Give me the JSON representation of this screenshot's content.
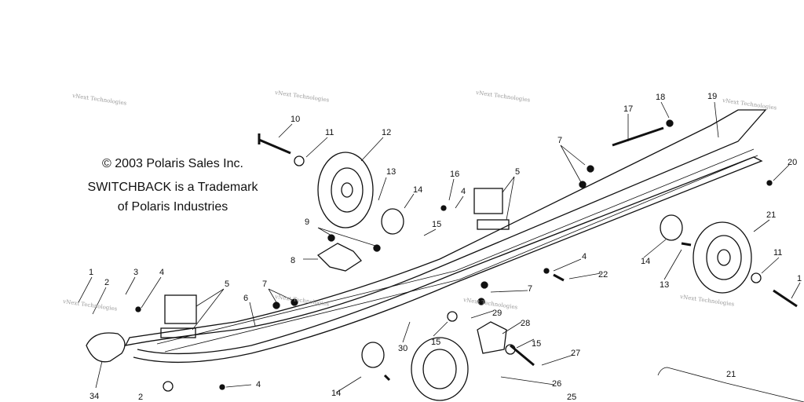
{
  "notice": {
    "copyright": "© 2003 Polaris Sales Inc.",
    "trademark_line1": "SWITCHBACK is a Trademark",
    "trademark_line2": "of Polaris Industries"
  },
  "watermark": "vNext Technologies",
  "callouts": [
    "10",
    "11",
    "12",
    "13",
    "14",
    "15",
    "16",
    "4",
    "5",
    "9",
    "8",
    "7",
    "6",
    "5",
    "4",
    "3",
    "2",
    "1",
    "34",
    "2",
    "4",
    "30",
    "15",
    "29",
    "28",
    "15",
    "27",
    "26",
    "25",
    "21",
    "22",
    "4",
    "7",
    "14",
    "13",
    "11",
    "1",
    "21",
    "20",
    "19",
    "18",
    "17",
    "7",
    "14"
  ]
}
